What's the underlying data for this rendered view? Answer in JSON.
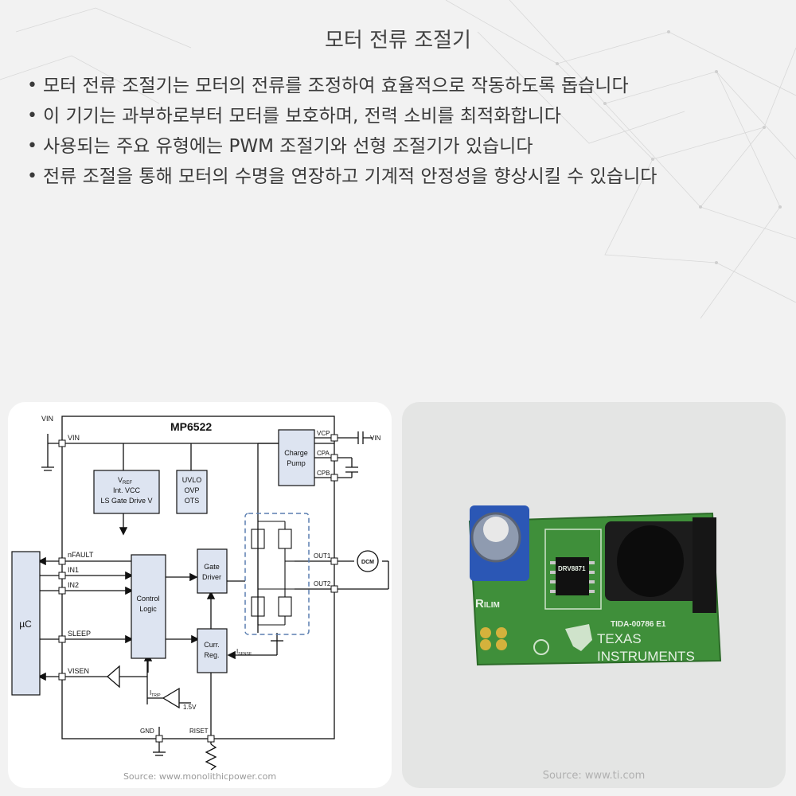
{
  "slide": {
    "title": "모터 전류 조절기",
    "bullets": [
      "모터 전류 조절기는 모터의 전류를 조정하여 효율적으로 작동하도록 돕습니다",
      "이 기기는 과부하로부터 모터를 보호하며, 전력 소비를 최적화합니다",
      "사용되는 주요 유형에는 PWM 조절기와 선형 조절기가 있습니다",
      "전류 조절을 통해 모터의 수명을 연장하고 기계적 안정성을 향상시킬 수 있습니다"
    ]
  },
  "diagram": {
    "chip": "MP6522",
    "vin_top": "VIN",
    "vin_pin": "VIN",
    "vref_line1": "V",
    "vref_sub": "REF",
    "vref_line2": "Int. VCC",
    "vref_line3": "LS Gate Drive V",
    "uvlo": [
      "UVLO",
      "OVP",
      "OTS"
    ],
    "charge_pump": [
      "Charge",
      "Pump"
    ],
    "vcp": "VCP",
    "cpa": "CPA",
    "cpb": "CPB",
    "vin_right": "VIN",
    "nfault": "nFAULT",
    "in1": "IN1",
    "in2": "IN2",
    "sleep": "SLEEP",
    "visen": "VISEN",
    "uc": "µC",
    "control_logic": [
      "Control",
      "Logic"
    ],
    "gate_driver": [
      "Gate",
      "Driver"
    ],
    "curr_reg": [
      "Curr.",
      "Reg."
    ],
    "out1": "OUT1",
    "out2": "OUT2",
    "dcm": "DCM",
    "isense": "I",
    "isense_sub": "SENSE",
    "itrip": "I",
    "itrip_sub": "TRIP",
    "v15": "1.5V",
    "gnd": "GND",
    "riset": "RISET",
    "source": "Source: www.monolithicpower.com"
  },
  "photo": {
    "rilim": "R",
    "rilim_sub": "ILIM",
    "chip_mark": "DRV8871",
    "board_id": "TIDA-00786 E1",
    "brand_line1": "TEXAS",
    "brand_line2": "INSTRUMENTS",
    "source": "Source: www.ti.com"
  },
  "colors": {
    "background": "#f2f2f2",
    "block_fill": "#dde4f1",
    "pcb_green": "#3f8f3a",
    "dashed_box": "#5b7fb0"
  }
}
